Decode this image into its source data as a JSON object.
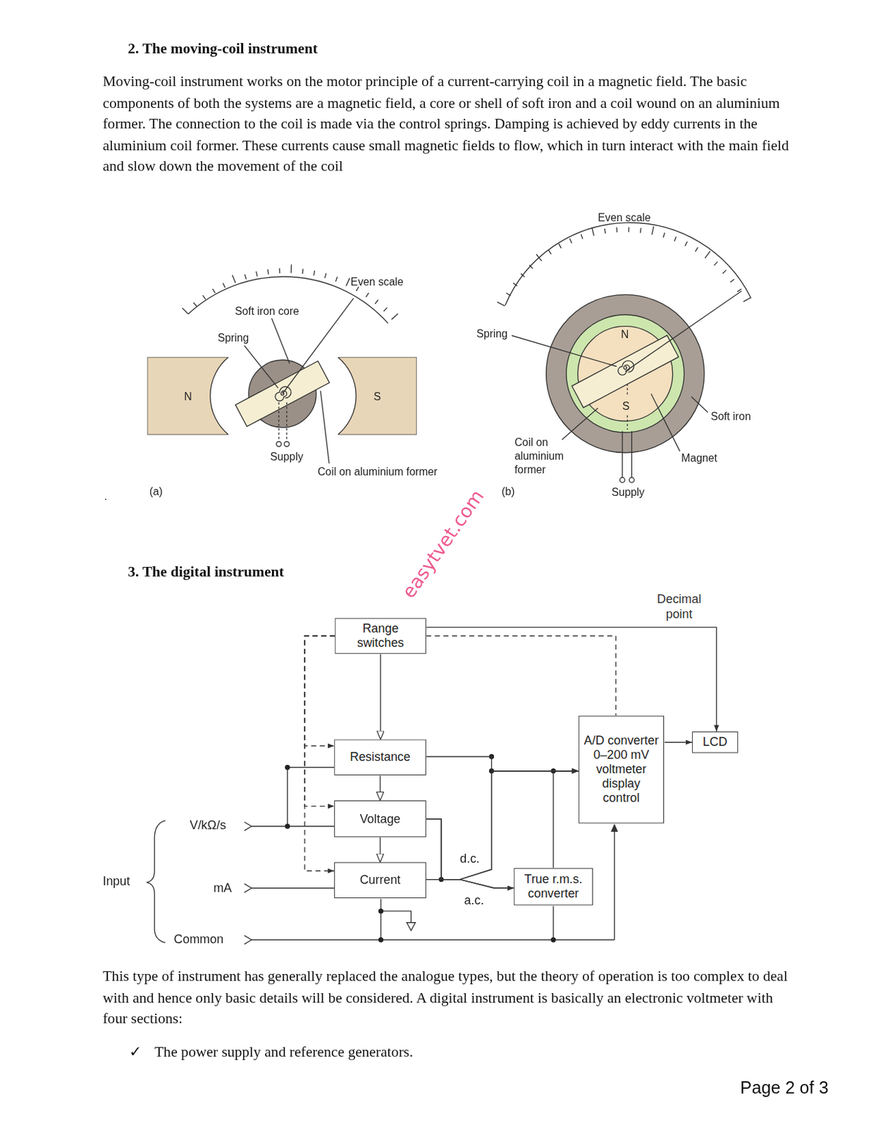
{
  "diagram": {
    "nodes": [
      {
        "text": [
          "N"
        ]
      },
      {
        "text": [
          "S"
        ]
      },
      {
        "text": [
          "Range switches"
        ]
      },
      {
        "text": [
          "Resistance"
        ]
      },
      {
        "text": [
          "Voltage"
        ]
      },
      {
        "text": [
          "Current"
        ]
      },
      {
        "text": [
          "A/D converter 0–200 mV voltmeter display control"
        ]
      },
      {
        "text": [
          "LCD"
        ]
      },
      {
        "text": [
          "True r.m.s. converter"
        ]
      }
    ],
    "edges": [
      {
        "from": 2,
        "to": 3,
        "arrow": "to"
      },
      {
        "from": 2,
        "to": 3,
        "arrow": "to"
      },
      {
        "from": 2,
        "to": 4,
        "arrow": "to"
      },
      {
        "from": 2,
        "to": 5,
        "arrow": "to"
      },
      {
        "from": 2,
        "to": 6,
        "arrow": "none"
      },
      {
        "from": 2,
        "to": 7,
        "label": "Decimal point",
        "arrow": "to"
      },
      {
        "from": 3,
        "to": 4,
        "arrow": "to"
      },
      {
        "from": 4,
        "to": 5,
        "arrow": "to"
      },
      {
        "from": 3,
        "to": 6,
        "arrow": "to"
      },
      {
        "from": 4,
        "to": 6,
        "arrow": "to"
      },
      {
        "from": 4,
        "to": 8,
        "arrow": "to"
      },
      {
        "from": 5,
        "to": 6,
        "arrow": "to"
      },
      {
        "from": 5,
        "to": 8,
        "arrow": "to"
      },
      {
        "from": 8,
        "to": 6,
        "arrow": "to"
      },
      {
        "from": 6,
        "to": 7,
        "arrow": "to"
      }
    ],
    "labels": [
      "2.  The moving-coil instrument",
      "Moving-coil instrument works on the motor principle of a current-carrying coil in a magnetic field. The basic components of both the systems are a magnetic field, a core or shell of soft iron and a coil wound on an aluminium former. The connection to the coil is made via the control springs. Damping is achieved by eddy currents in the aluminium coil former. These currents cause small magnetic fields to flow, which in turn interact with the main field and slow down the movement of the coil",
      "Soft iron core",
      "Spring",
      "Even scale",
      "Supply",
      "Coil on aluminium former",
      "(a)",
      ".",
      "Even scale",
      "Spring",
      "N",
      "S",
      "Soft iron",
      "Coil on aluminium former",
      "Magnet",
      "Supply",
      "(b)",
      "easytvet.com",
      "3.  The digital instrument",
      "Input",
      "V/kΩ/s",
      "mA",
      "Common",
      "d.c.",
      "a.c.",
      "This type of instrument has generally replaced the analogue types, but the theory of operation is too complex to deal with and hence only basic details will be considered. A digital instrument is basically an electronic voltmeter with four sections:",
      "✓",
      "The power supply and reference generators.",
      "Page 2 of 3"
    ]
  }
}
